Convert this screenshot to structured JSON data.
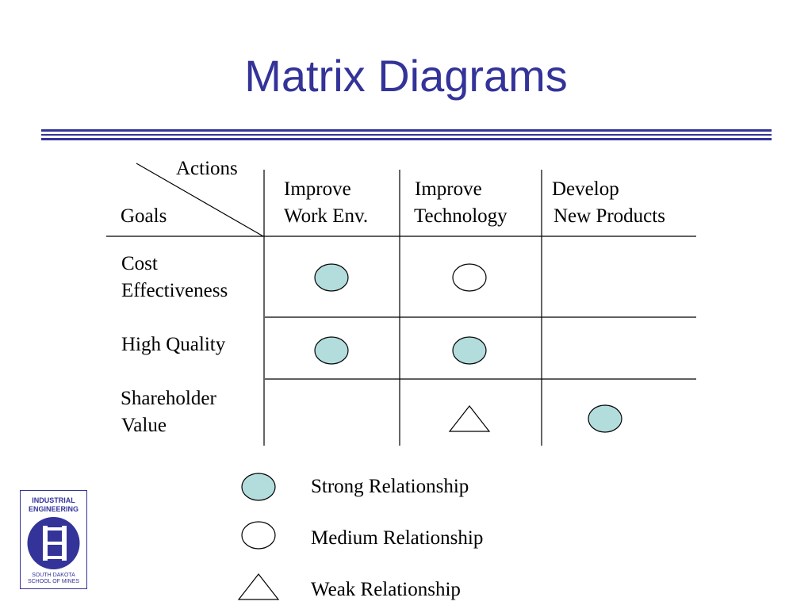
{
  "title": "Matrix Diagrams",
  "header": {
    "actions": "Actions",
    "goals": "Goals",
    "columns": [
      {
        "line1": "Improve",
        "line2": "Work Env."
      },
      {
        "line1": "Improve",
        "line2": "Technology"
      },
      {
        "line1": "Develop",
        "line2": "New Products"
      }
    ]
  },
  "rows": [
    {
      "line1": "Cost",
      "line2": "Effectiveness",
      "cells": [
        "strong",
        "medium",
        ""
      ]
    },
    {
      "line1": "High Quality",
      "line2": "",
      "cells": [
        "strong",
        "strong",
        ""
      ]
    },
    {
      "line1": "Shareholder",
      "line2": "Value",
      "cells": [
        "",
        "weak",
        "strong"
      ]
    }
  ],
  "legend": [
    {
      "symbol": "strong",
      "label": "Strong Relationship"
    },
    {
      "symbol": "medium",
      "label": "Medium Relationship"
    },
    {
      "symbol": "weak",
      "label": "Weak Relationship"
    }
  ],
  "logo": {
    "top_line1": "INDUSTRIAL",
    "top_line2": "ENGINEERING",
    "bottom_line1": "SOUTH DAKOTA",
    "bottom_line2": "SCHOOL OF MINES"
  },
  "colors": {
    "title": "#333399",
    "strong_fill": "#b3dcdc",
    "symbol_stroke": "#000000"
  }
}
